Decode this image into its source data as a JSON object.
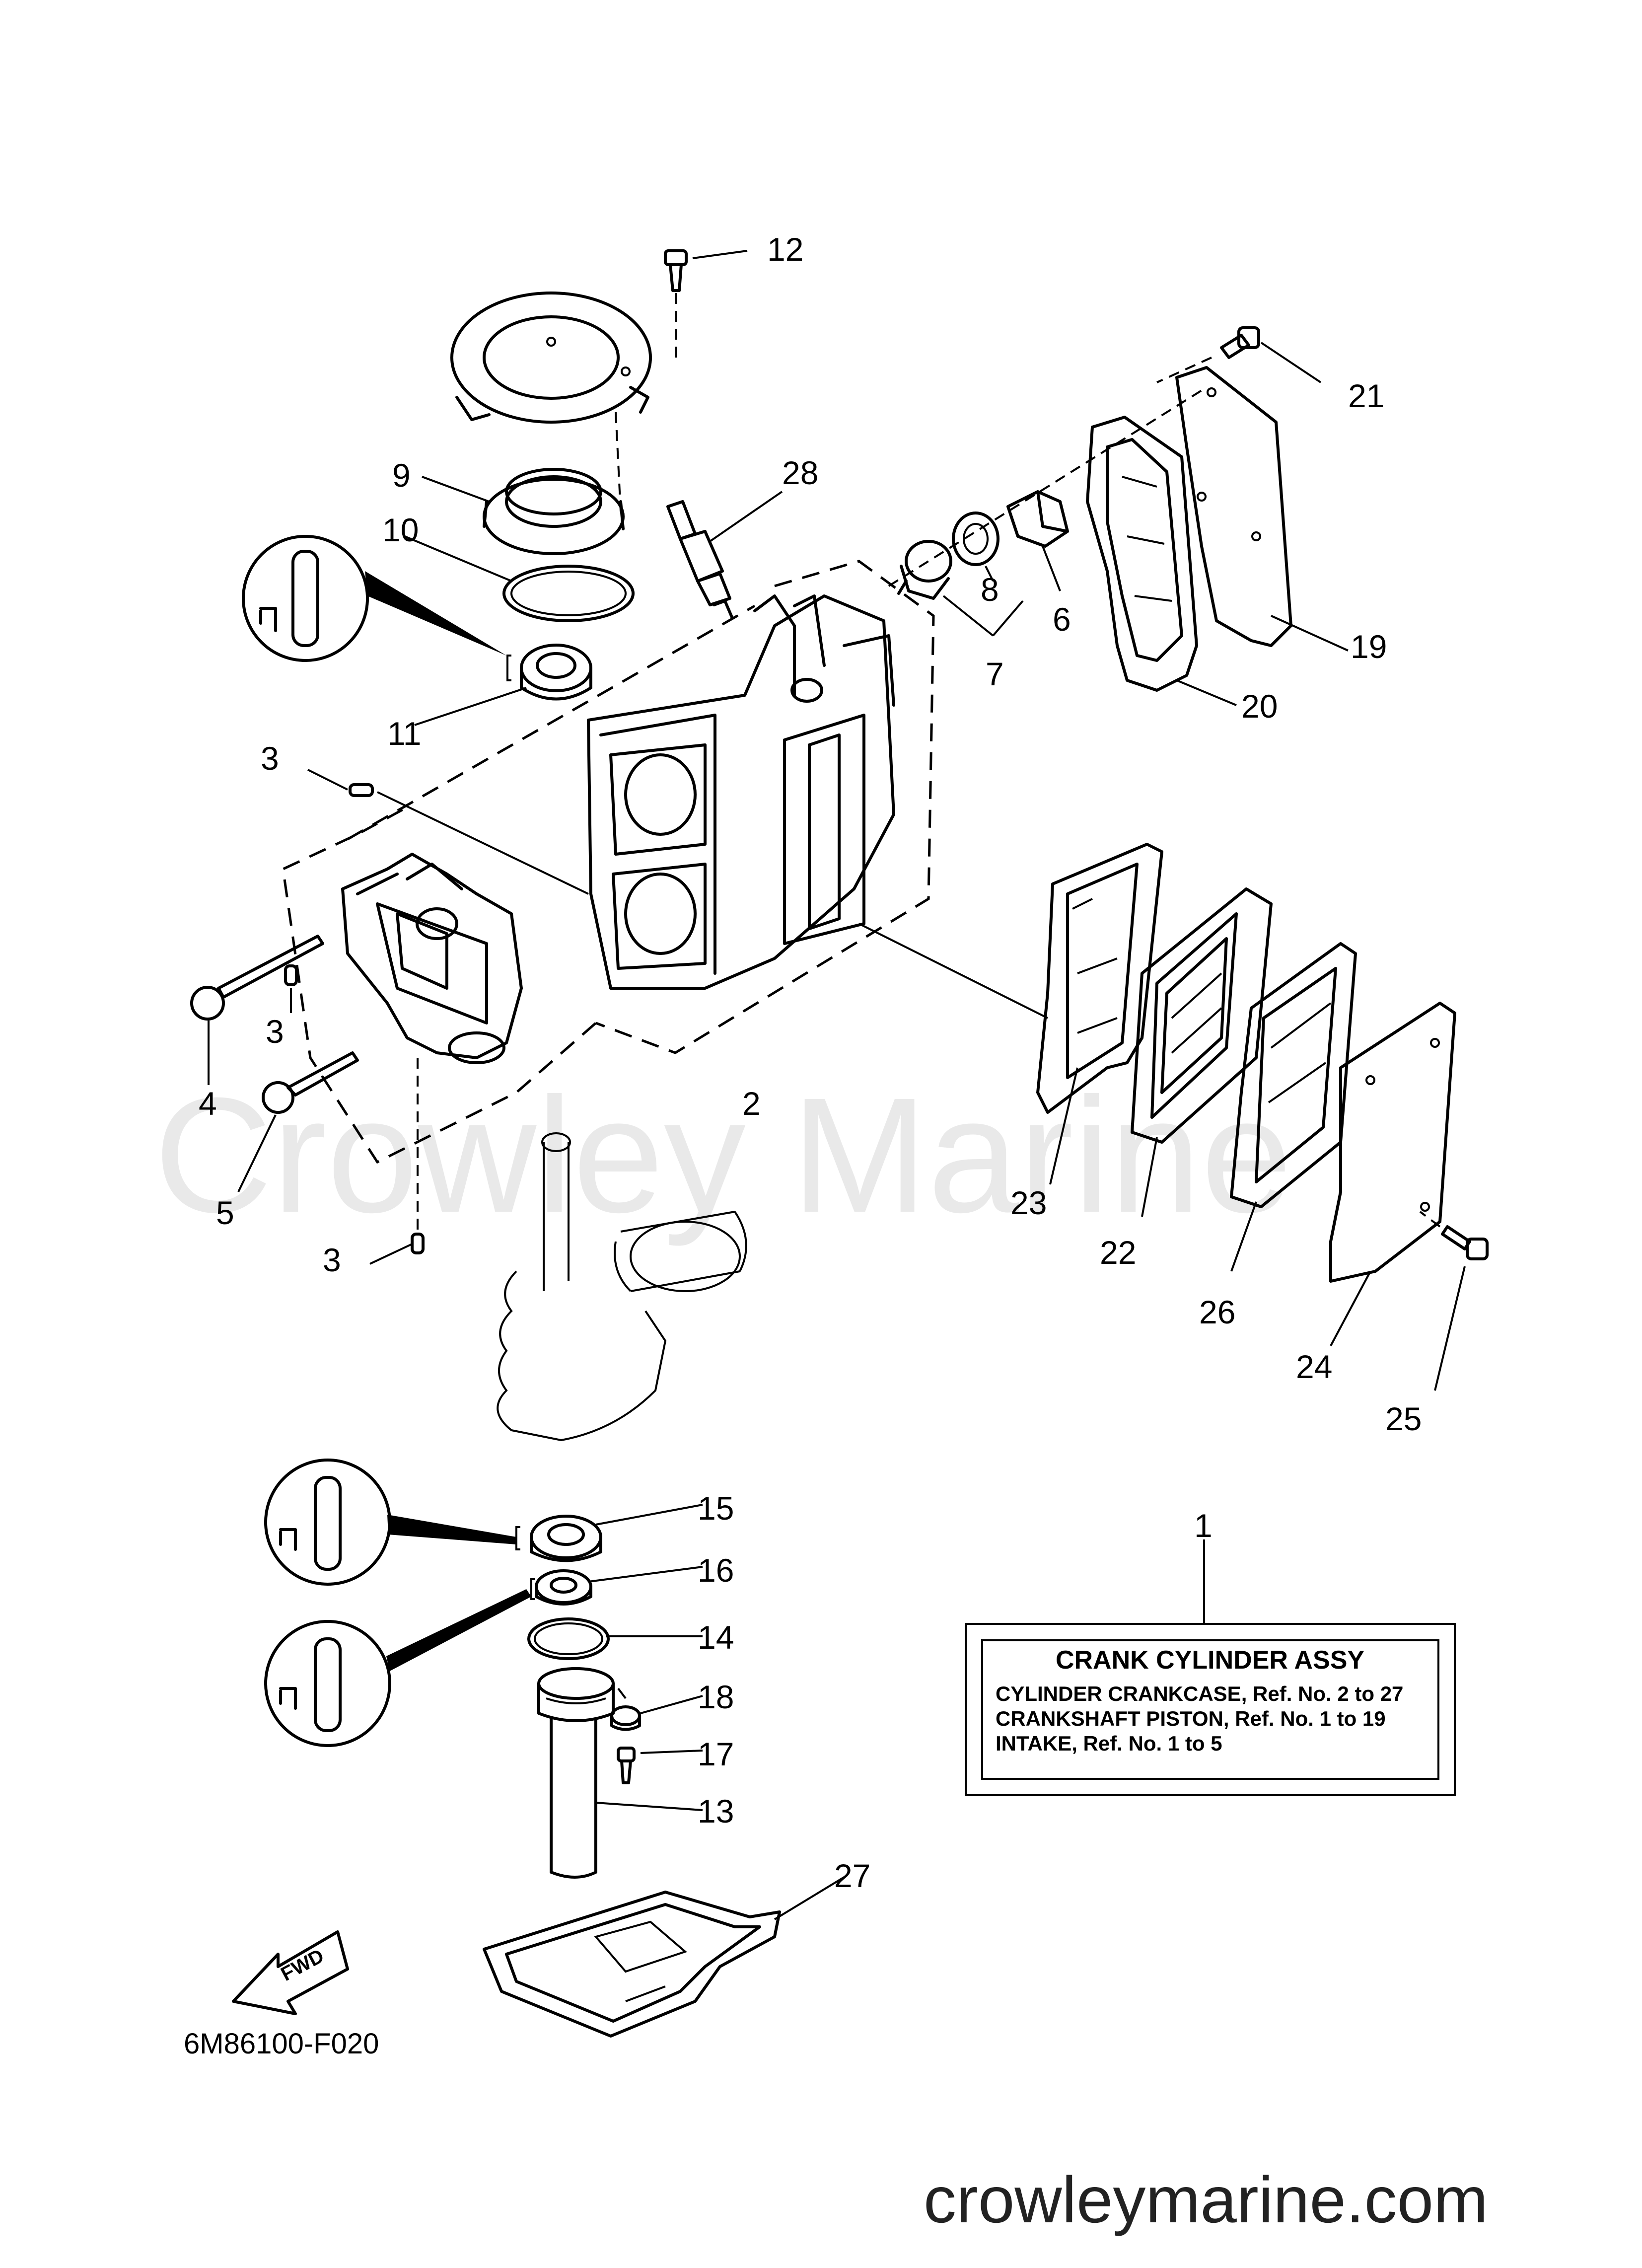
{
  "watermark": "Crowley Marine",
  "website": "crowleymarine.com",
  "diagram_code": "6M86100-F020",
  "fwd_label": "FWD",
  "info_box": {
    "ref_number": "1",
    "title": "CRANK CYLINDER ASSY",
    "lines": [
      "CYLINDER CRANKCASE,  Ref. No. 2 to 27",
      "CRANKSHAFT PISTON,  Ref. No. 1 to 19",
      "INTAKE,  Ref. No. 1 to 5"
    ]
  },
  "callouts": {
    "c2": "2",
    "c3a": "3",
    "c3b": "3",
    "c3c": "3",
    "c4": "4",
    "c5": "5",
    "c6": "6",
    "c7": "7",
    "c8": "8",
    "c9": "9",
    "c10": "10",
    "c11": "11",
    "c12": "12",
    "c13": "13",
    "c14": "14",
    "c15": "15",
    "c16": "16",
    "c17": "17",
    "c18": "18",
    "c19": "19",
    "c20": "20",
    "c21": "21",
    "c22": "22",
    "c23": "23",
    "c24": "24",
    "c25": "25",
    "c26": "26",
    "c27": "27",
    "c28": "28"
  }
}
